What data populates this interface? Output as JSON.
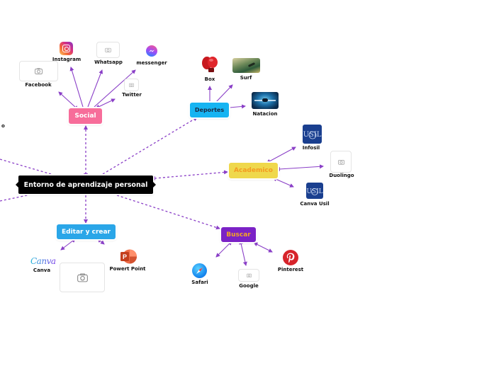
{
  "title": "Entorno de aprendizaje personal",
  "colors": {
    "connector": "#8a3fc7",
    "central": "#000000",
    "social": "#f76d9a",
    "deportes": "#16b4f2",
    "academico": "#efd84c",
    "buscar": "#7b22c6",
    "editar": "#2aa6e8"
  },
  "offscreen_fragment": "o",
  "branches": {
    "social": {
      "label": "Social",
      "children": [
        {
          "label": "Facebook",
          "icon": "image-placeholder-icon"
        },
        {
          "label": "Instagram",
          "icon": "instagram-icon"
        },
        {
          "label": "Whatsapp",
          "icon": "image-placeholder-icon"
        },
        {
          "label": "messenger",
          "icon": "messenger-icon"
        },
        {
          "label": "Twitter",
          "icon": "image-placeholder-icon"
        }
      ]
    },
    "deportes": {
      "label": "Deportes",
      "children": [
        {
          "label": "Box",
          "icon": "boxing-glove-icon"
        },
        {
          "label": "Surf",
          "icon": "surf-photo"
        },
        {
          "label": "Natacion",
          "icon": "swimming-photo"
        }
      ]
    },
    "academico": {
      "label": "Academico",
      "children": [
        {
          "label": "Infosil",
          "icon": "usil-logo-icon"
        },
        {
          "label": "Duolingo",
          "icon": "image-placeholder-icon"
        },
        {
          "label": "Canva Usil",
          "icon": "usil-logo-icon"
        }
      ]
    },
    "buscar": {
      "label": "Buscar",
      "children": [
        {
          "label": "Safari",
          "icon": "safari-icon"
        },
        {
          "label": "Google",
          "icon": "image-placeholder-icon"
        },
        {
          "label": "Pinterest",
          "icon": "pinterest-icon"
        }
      ]
    },
    "editar": {
      "label": "Editar y crear",
      "children": [
        {
          "label": "Canva",
          "icon": "canva-logo"
        },
        {
          "label": "",
          "icon": "image-placeholder-icon"
        },
        {
          "label": "Powert Point",
          "icon": "powerpoint-icon"
        }
      ]
    }
  }
}
